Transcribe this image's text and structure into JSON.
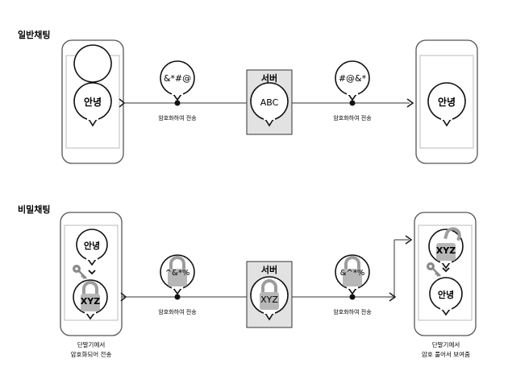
{
  "sections": {
    "normal_title": "일반채팅",
    "secret_title": "비밀채팅"
  },
  "normal": {
    "left_phone_bubble": "안녕",
    "mid_left_bubble": "&*#@",
    "mid_left_caption": "암호화하여 전송",
    "server_title": "서버",
    "server_bubble": "ABC",
    "mid_right_bubble": "#@&*",
    "mid_right_caption": "암호화하여 전송",
    "right_phone_bubble": "안녕"
  },
  "secret": {
    "left_phone_top_bubble": "안녕",
    "left_phone_bottom_bubble": "XYZ",
    "left_caption_line1": "단말기에서",
    "left_caption_line2": "암호화되어 전송",
    "mid_left_bubble": "^&*%",
    "mid_left_caption": "암호화하여 전송",
    "server_title": "서버",
    "server_bubble": "XYZ",
    "mid_right_bubble": "&^*%",
    "mid_right_caption": "암호화하여 전송",
    "right_phone_top_bubble": "XYZ",
    "right_phone_bottom_bubble": "안녕",
    "right_caption_line1": "단말기에서",
    "right_caption_line2": "암호 풀어서 보여줌"
  },
  "colors": {
    "line": "#222222",
    "phone_stroke": "#555555",
    "server_fill": "#e2e2e2",
    "lock_fill": "#b7b7b7",
    "key_fill": "#888888"
  }
}
